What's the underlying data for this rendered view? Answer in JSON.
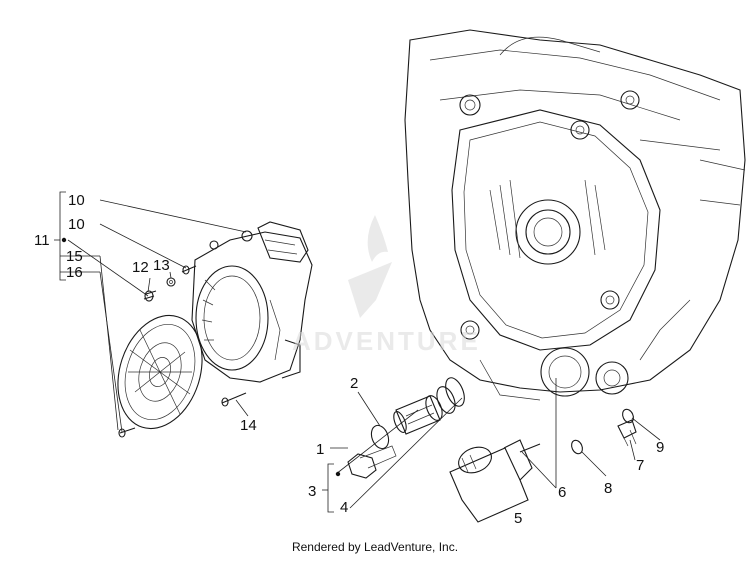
{
  "diagram": {
    "labels": {
      "l1": "1",
      "l2": "2",
      "l3": "3",
      "l4": "4",
      "l5": "5",
      "l6": "6",
      "l7": "7",
      "l8": "8",
      "l9": "9",
      "l10a": "10",
      "l10b": "10",
      "l11": "11",
      "l12": "12",
      "l13": "13",
      "l14": "14",
      "l15": "15",
      "l16": "16"
    },
    "watermark": "ADVENTURE",
    "footer": "Rendered by LeadVenture, Inc."
  }
}
